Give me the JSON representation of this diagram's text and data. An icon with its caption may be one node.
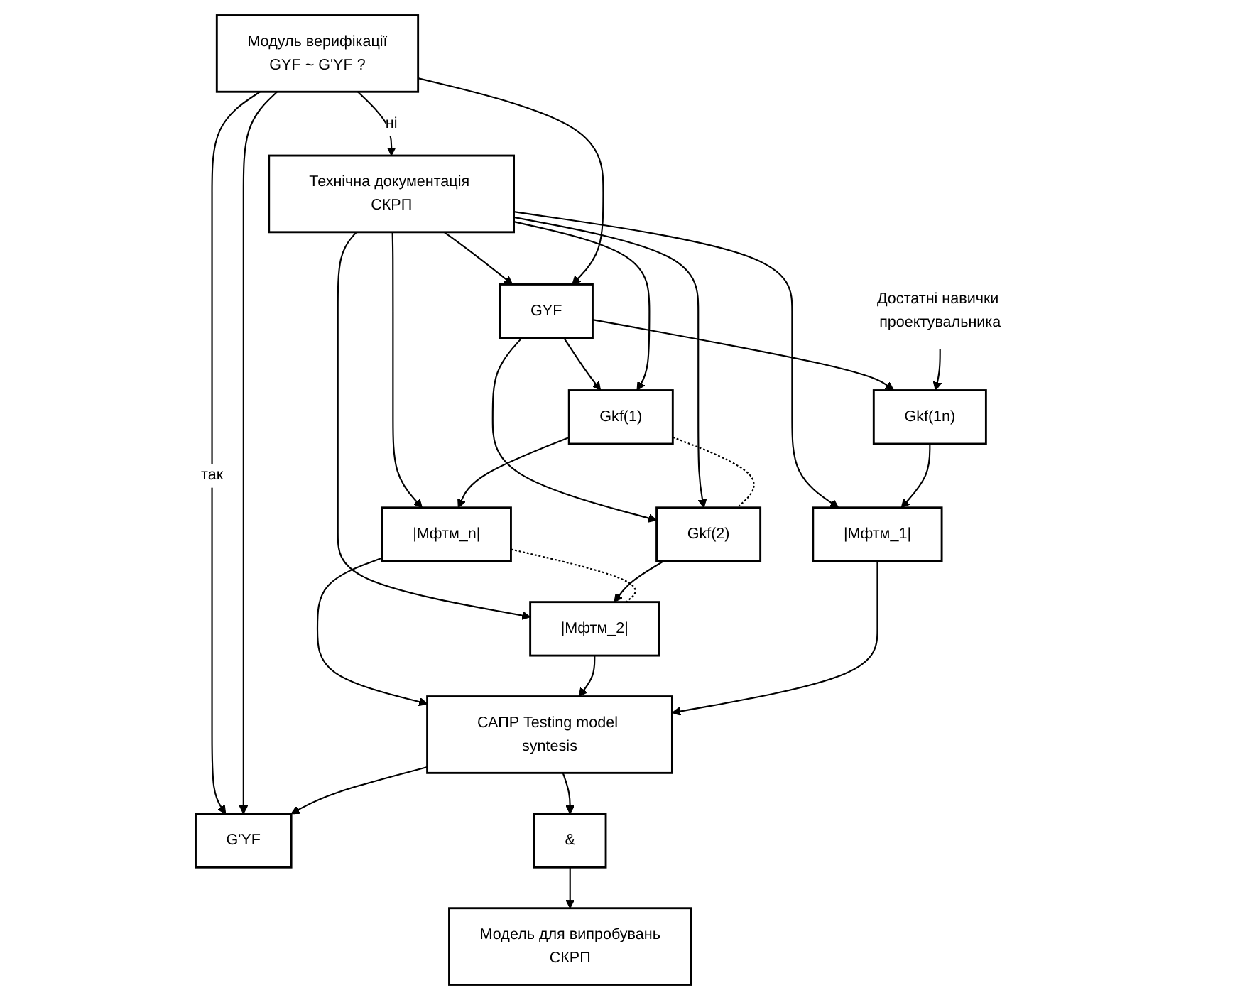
{
  "diagram": {
    "nodes": [
      {
        "text": [
          "Технічна документація СКРП"
        ]
      },
      {
        "text": [
          "GYF"
        ]
      },
      {
        "text": [
          "Gkf(1)"
        ]
      },
      {
        "text": [
          "Gkf(2)"
        ]
      },
      {
        "text": [
          "Gkf(1n)"
        ]
      },
      {
        "text": [
          "|Mфтм_n|"
        ]
      },
      {
        "text": [
          "|Mфтм_2|"
        ]
      },
      {
        "text": [
          "|Mфтм_1|"
        ]
      },
      {
        "text": [
          "Модуль верифікації",
          "GYF ~ G'YF ?"
        ]
      },
      {
        "text": [
          "G'YF"
        ]
      },
      {
        "text": [
          "САПР Testing model syntesis"
        ]
      },
      {
        "text": [
          "&"
        ]
      },
      {
        "text": [
          "Модель для випробувань",
          "СКРП"
        ]
      },
      {
        "text": [
          "Достатні навички проектувальника"
        ]
      }
    ],
    "edges": [
      {
        "from": 0,
        "to": 1,
        "arrow": "to"
      },
      {
        "from": 1,
        "to": 2,
        "arrow": "to"
      },
      {
        "from": 1,
        "to": 3,
        "arrow": "to"
      },
      {
        "from": 1,
        "to": 4,
        "arrow": "to"
      },
      {
        "from": 0,
        "to": 2,
        "arrow": "to"
      },
      {
        "from": 0,
        "to": 3,
        "arrow": "to"
      },
      {
        "from": 13,
        "to": 4,
        "arrow": "to"
      },
      {
        "from": 0,
        "to": 5,
        "arrow": "to"
      },
      {
        "from": 0,
        "to": 6,
        "arrow": "to"
      },
      {
        "from": 0,
        "to": 7,
        "arrow": "to"
      },
      {
        "from": 2,
        "to": 3,
        "arrow": "none",
        "style": "dashed"
      },
      {
        "from": 2,
        "to": 5,
        "arrow": "to"
      },
      {
        "from": 3,
        "to": 6,
        "arrow": "to"
      },
      {
        "from": 4,
        "to": 7,
        "arrow": "to"
      },
      {
        "from": 5,
        "to": 6,
        "arrow": "none",
        "style": "dashed"
      },
      {
        "from": 5,
        "to": 10,
        "arrow": "to"
      },
      {
        "from": 6,
        "to": 10,
        "arrow": "to"
      },
      {
        "from": 7,
        "to": 10,
        "arrow": "to"
      },
      {
        "from": 8,
        "to": 1,
        "arrow": "to"
      },
      {
        "from": 8,
        "to": 0,
        "arrow": "to",
        "label": "ні"
      },
      {
        "from": 8,
        "to": 9,
        "arrow": "to",
        "label": "так"
      },
      {
        "from": 8,
        "to": 9,
        "arrow": "to"
      },
      {
        "from": 10,
        "to": 9,
        "arrow": "to"
      },
      {
        "from": 10,
        "to": 11,
        "arrow": "to"
      },
      {
        "from": 11,
        "to": 12,
        "arrow": "to"
      }
    ]
  }
}
